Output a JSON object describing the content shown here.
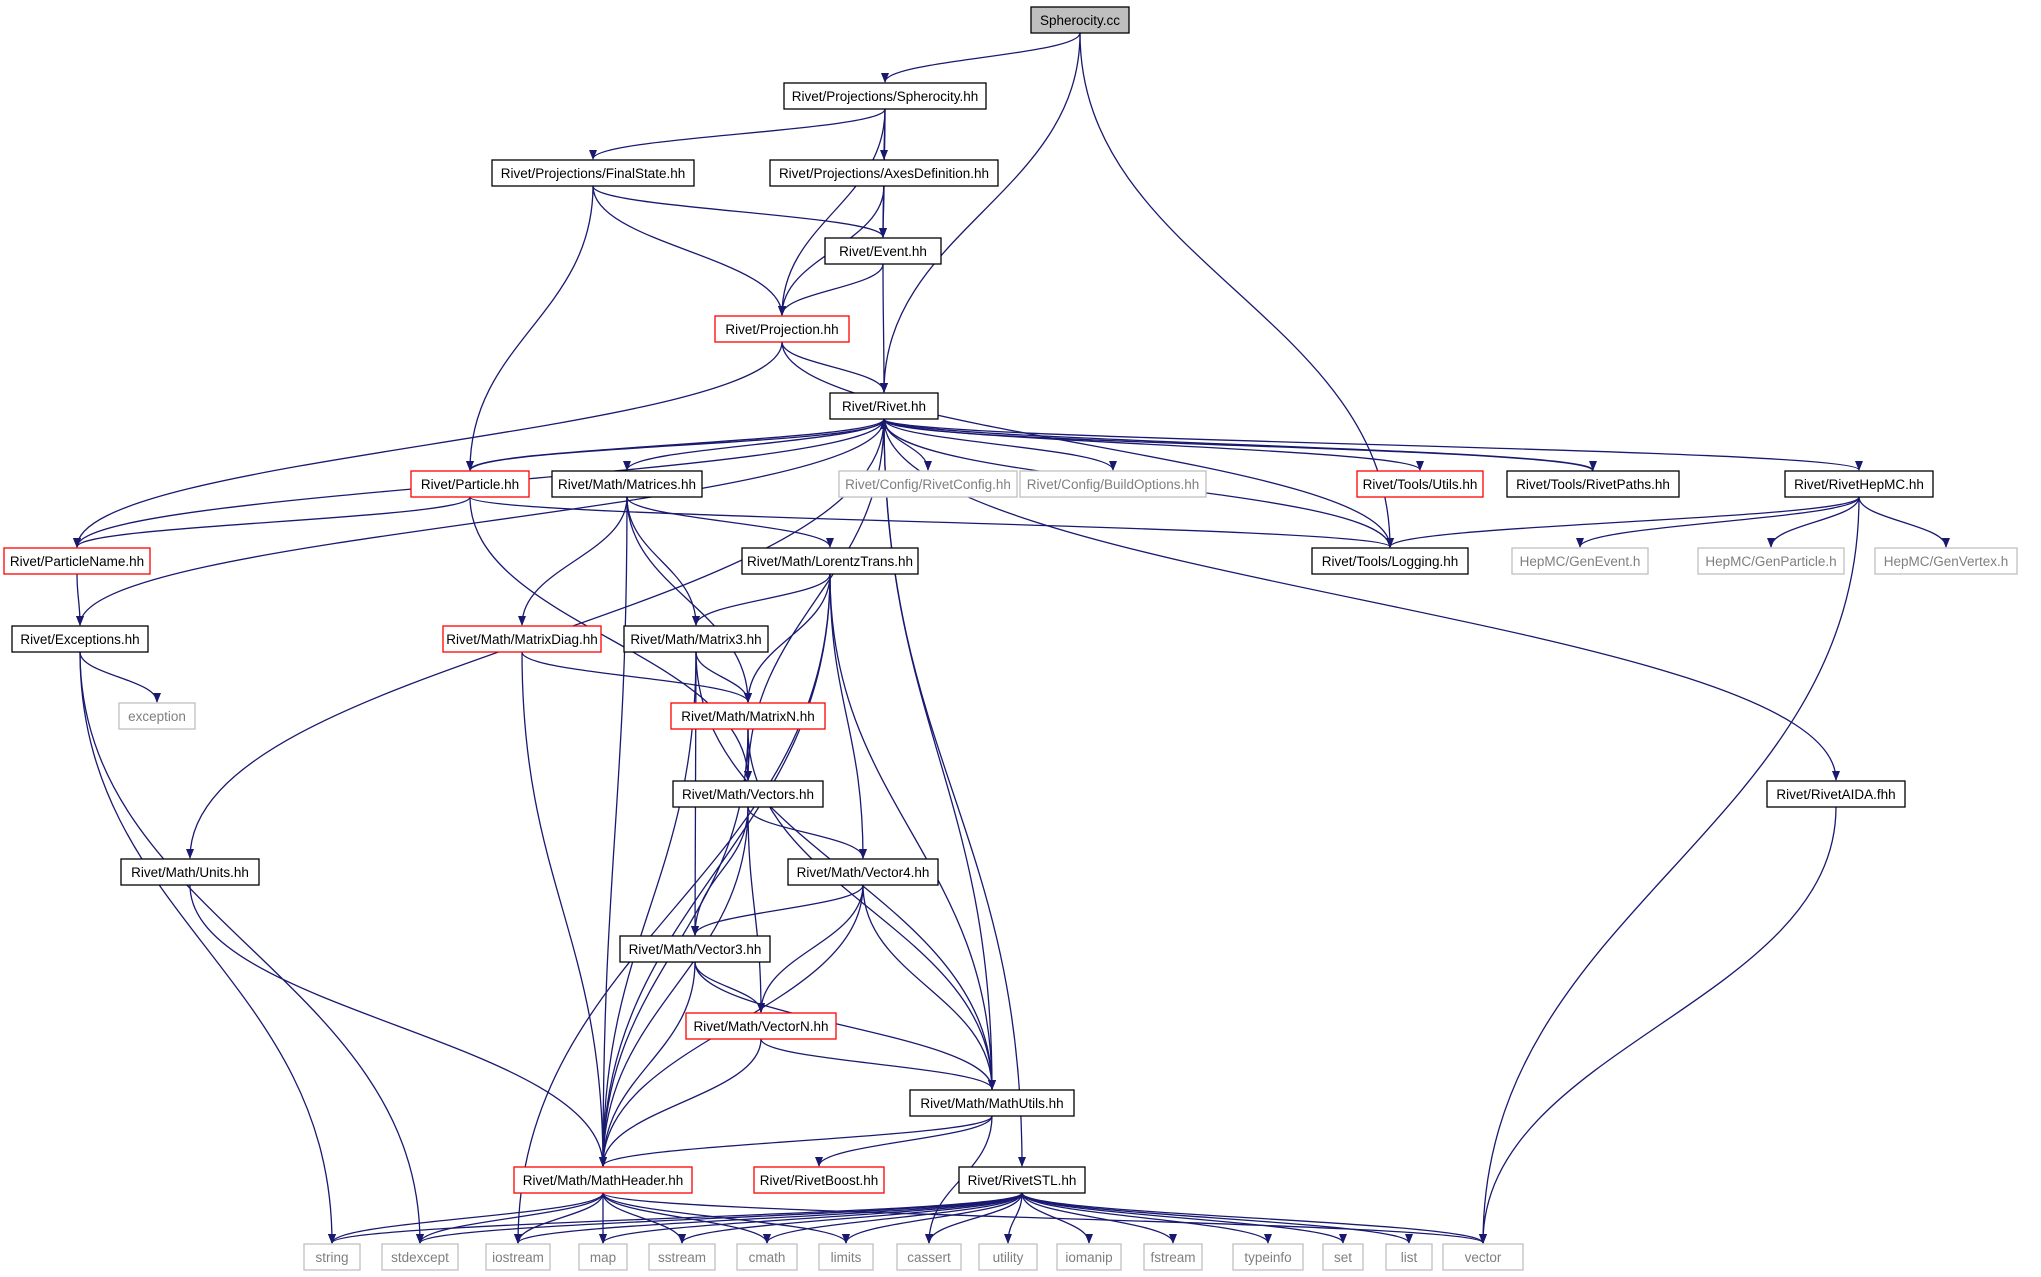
{
  "colors": {
    "edge": "#191970",
    "border_normal": "#000000",
    "border_truncated": "#ff0000",
    "border_external": "#bfbfbf",
    "fill_root": "#bfbfbf",
    "fill_normal": "#ffffff",
    "text_normal": "#000000",
    "text_external": "#7f7f7f"
  },
  "nodes": [
    {
      "id": "n0",
      "label": "Spherocity.cc",
      "kind": "root"
    },
    {
      "id": "n1",
      "label": "Rivet/Projections/Spherocity.hh",
      "kind": "normal"
    },
    {
      "id": "n2",
      "label": "Rivet/Projections/FinalState.hh",
      "kind": "normal"
    },
    {
      "id": "n3",
      "label": "Rivet/Projections/AxesDefinition.hh",
      "kind": "normal"
    },
    {
      "id": "n4",
      "label": "Rivet/Event.hh",
      "kind": "normal"
    },
    {
      "id": "n5",
      "label": "Rivet/Projection.hh",
      "kind": "truncated"
    },
    {
      "id": "n6",
      "label": "Rivet/Rivet.hh",
      "kind": "normal"
    },
    {
      "id": "n7",
      "label": "Rivet/Particle.hh",
      "kind": "truncated"
    },
    {
      "id": "n8",
      "label": "Rivet/Math/Matrices.hh",
      "kind": "normal"
    },
    {
      "id": "n9",
      "label": "Rivet/Config/RivetConfig.hh",
      "kind": "external"
    },
    {
      "id": "n10",
      "label": "Rivet/Config/BuildOptions.hh",
      "kind": "external"
    },
    {
      "id": "n11",
      "label": "Rivet/Tools/Utils.hh",
      "kind": "truncated"
    },
    {
      "id": "n12",
      "label": "Rivet/Tools/RivetPaths.hh",
      "kind": "normal"
    },
    {
      "id": "n13",
      "label": "Rivet/RivetHepMC.hh",
      "kind": "normal"
    },
    {
      "id": "n14",
      "label": "Rivet/ParticleName.hh",
      "kind": "truncated"
    },
    {
      "id": "n15",
      "label": "Rivet/Math/LorentzTrans.hh",
      "kind": "normal"
    },
    {
      "id": "n16",
      "label": "Rivet/Tools/Logging.hh",
      "kind": "normal"
    },
    {
      "id": "n17",
      "label": "HepMC/GenEvent.h",
      "kind": "external"
    },
    {
      "id": "n18",
      "label": "HepMC/GenParticle.h",
      "kind": "external"
    },
    {
      "id": "n19",
      "label": "HepMC/GenVertex.h",
      "kind": "external"
    },
    {
      "id": "n20",
      "label": "Rivet/Exceptions.hh",
      "kind": "normal"
    },
    {
      "id": "n21",
      "label": "Rivet/Math/MatrixDiag.hh",
      "kind": "truncated"
    },
    {
      "id": "n22",
      "label": "Rivet/Math/Matrix3.hh",
      "kind": "normal"
    },
    {
      "id": "n23",
      "label": "exception",
      "kind": "external"
    },
    {
      "id": "n24",
      "label": "Rivet/Math/MatrixN.hh",
      "kind": "truncated"
    },
    {
      "id": "n25",
      "label": "Rivet/Math/Vectors.hh",
      "kind": "normal"
    },
    {
      "id": "n26",
      "label": "Rivet/RivetAIDA.fhh",
      "kind": "normal"
    },
    {
      "id": "n27",
      "label": "Rivet/Math/Units.hh",
      "kind": "normal"
    },
    {
      "id": "n28",
      "label": "Rivet/Math/Vector4.hh",
      "kind": "normal"
    },
    {
      "id": "n29",
      "label": "Rivet/Math/Vector3.hh",
      "kind": "normal"
    },
    {
      "id": "n30",
      "label": "Rivet/Math/VectorN.hh",
      "kind": "truncated"
    },
    {
      "id": "n31",
      "label": "Rivet/Math/MathUtils.hh",
      "kind": "normal"
    },
    {
      "id": "n32",
      "label": "Rivet/Math/MathHeader.hh",
      "kind": "truncated"
    },
    {
      "id": "n33",
      "label": "Rivet/RivetBoost.hh",
      "kind": "truncated"
    },
    {
      "id": "n34",
      "label": "Rivet/RivetSTL.hh",
      "kind": "normal"
    },
    {
      "id": "n35",
      "label": "string",
      "kind": "external"
    },
    {
      "id": "n36",
      "label": "stdexcept",
      "kind": "external"
    },
    {
      "id": "n37",
      "label": "iostream",
      "kind": "external"
    },
    {
      "id": "n38",
      "label": "map",
      "kind": "external"
    },
    {
      "id": "n39",
      "label": "sstream",
      "kind": "external"
    },
    {
      "id": "n40",
      "label": "cmath",
      "kind": "external"
    },
    {
      "id": "n41",
      "label": "limits",
      "kind": "external"
    },
    {
      "id": "n42",
      "label": "cassert",
      "kind": "external"
    },
    {
      "id": "n43",
      "label": "utility",
      "kind": "external"
    },
    {
      "id": "n44",
      "label": "iomanip",
      "kind": "external"
    },
    {
      "id": "n45",
      "label": "fstream",
      "kind": "external"
    },
    {
      "id": "n46",
      "label": "typeinfo",
      "kind": "external"
    },
    {
      "id": "n47",
      "label": "set",
      "kind": "external"
    },
    {
      "id": "n48",
      "label": "list",
      "kind": "external"
    },
    {
      "id": "n49",
      "label": "vector",
      "kind": "external"
    }
  ],
  "edges": [
    [
      "n0",
      "n1"
    ],
    [
      "n0",
      "n6"
    ],
    [
      "n0",
      "n16"
    ],
    [
      "n1",
      "n2"
    ],
    [
      "n1",
      "n3"
    ],
    [
      "n1",
      "n4"
    ],
    [
      "n1",
      "n5"
    ],
    [
      "n2",
      "n4"
    ],
    [
      "n2",
      "n5"
    ],
    [
      "n2",
      "n7"
    ],
    [
      "n3",
      "n4"
    ],
    [
      "n3",
      "n5"
    ],
    [
      "n4",
      "n5"
    ],
    [
      "n4",
      "n6"
    ],
    [
      "n5",
      "n6"
    ],
    [
      "n5",
      "n14"
    ],
    [
      "n5",
      "n16"
    ],
    [
      "n6",
      "n7"
    ],
    [
      "n6",
      "n8"
    ],
    [
      "n6",
      "n9"
    ],
    [
      "n6",
      "n10"
    ],
    [
      "n6",
      "n11"
    ],
    [
      "n6",
      "n12"
    ],
    [
      "n6",
      "n13"
    ],
    [
      "n6",
      "n14"
    ],
    [
      "n6",
      "n20"
    ],
    [
      "n6",
      "n27"
    ],
    [
      "n6",
      "n25"
    ],
    [
      "n6",
      "n31"
    ],
    [
      "n6",
      "n26"
    ],
    [
      "n6",
      "n34"
    ],
    [
      "n7",
      "n6"
    ],
    [
      "n7",
      "n14"
    ],
    [
      "n7",
      "n16"
    ],
    [
      "n7",
      "n25"
    ],
    [
      "n8",
      "n15"
    ],
    [
      "n8",
      "n21"
    ],
    [
      "n8",
      "n22"
    ],
    [
      "n8",
      "n24"
    ],
    [
      "n8",
      "n32"
    ],
    [
      "n12",
      "n6"
    ],
    [
      "n16",
      "n6"
    ],
    [
      "n13",
      "n16"
    ],
    [
      "n13",
      "n17"
    ],
    [
      "n13",
      "n18"
    ],
    [
      "n13",
      "n19"
    ],
    [
      "n13",
      "n49"
    ],
    [
      "n14",
      "n20"
    ],
    [
      "n15",
      "n22"
    ],
    [
      "n15",
      "n24"
    ],
    [
      "n15",
      "n28"
    ],
    [
      "n15",
      "n31"
    ],
    [
      "n15",
      "n32"
    ],
    [
      "n15",
      "n37"
    ],
    [
      "n20",
      "n23"
    ],
    [
      "n20",
      "n35"
    ],
    [
      "n20",
      "n36"
    ],
    [
      "n21",
      "n24"
    ],
    [
      "n21",
      "n32"
    ],
    [
      "n22",
      "n24"
    ],
    [
      "n22",
      "n29"
    ],
    [
      "n22",
      "n31"
    ],
    [
      "n22",
      "n32"
    ],
    [
      "n24",
      "n25"
    ],
    [
      "n24",
      "n31"
    ],
    [
      "n24",
      "n32"
    ],
    [
      "n25",
      "n28"
    ],
    [
      "n25",
      "n29"
    ],
    [
      "n25",
      "n30"
    ],
    [
      "n25",
      "n32"
    ],
    [
      "n26",
      "n49"
    ],
    [
      "n27",
      "n32"
    ],
    [
      "n28",
      "n29"
    ],
    [
      "n28",
      "n30"
    ],
    [
      "n28",
      "n31"
    ],
    [
      "n28",
      "n32"
    ],
    [
      "n29",
      "n30"
    ],
    [
      "n29",
      "n31"
    ],
    [
      "n29",
      "n32"
    ],
    [
      "n30",
      "n31"
    ],
    [
      "n30",
      "n32"
    ],
    [
      "n31",
      "n32"
    ],
    [
      "n31",
      "n33"
    ],
    [
      "n31",
      "n42"
    ],
    [
      "n32",
      "n35"
    ],
    [
      "n32",
      "n36"
    ],
    [
      "n32",
      "n37"
    ],
    [
      "n32",
      "n38"
    ],
    [
      "n32",
      "n39"
    ],
    [
      "n32",
      "n40"
    ],
    [
      "n32",
      "n41"
    ],
    [
      "n32",
      "n49"
    ],
    [
      "n34",
      "n35"
    ],
    [
      "n34",
      "n36"
    ],
    [
      "n34",
      "n37"
    ],
    [
      "n34",
      "n38"
    ],
    [
      "n34",
      "n39"
    ],
    [
      "n34",
      "n40"
    ],
    [
      "n34",
      "n41"
    ],
    [
      "n34",
      "n42"
    ],
    [
      "n34",
      "n43"
    ],
    [
      "n34",
      "n44"
    ],
    [
      "n34",
      "n45"
    ],
    [
      "n34",
      "n46"
    ],
    [
      "n34",
      "n47"
    ],
    [
      "n34",
      "n48"
    ],
    [
      "n34",
      "n49"
    ]
  ]
}
